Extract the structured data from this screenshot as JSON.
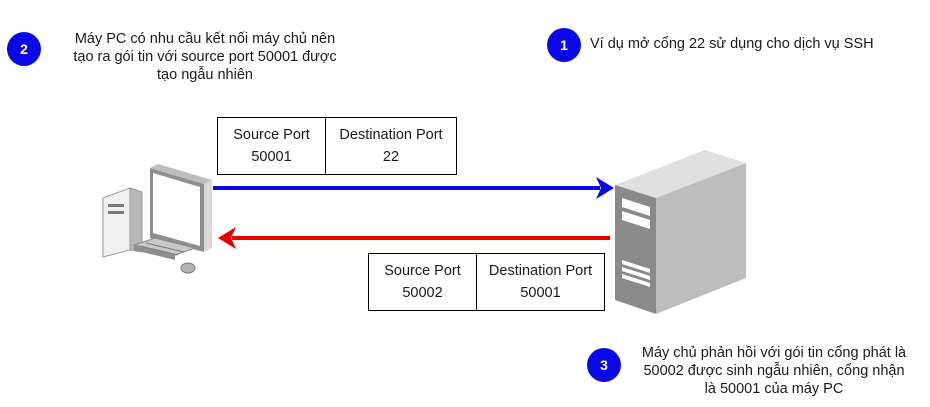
{
  "notes": {
    "note1": {
      "number": "1",
      "text": "Ví dụ mở cổng 22 sử dụng cho dịch vụ SSH"
    },
    "note2": {
      "number": "2",
      "lines": [
        "Máy PC có nhu cầu kết nối máy chủ nên",
        "tạo ra gói tin với source port 50001 được",
        "tạo ngẫu nhiên"
      ]
    },
    "note3": {
      "number": "3",
      "lines": [
        "Máy chủ phản hồi với gói tin cổng phát là",
        "50002 được sinh ngẫu nhiên, cổng nhận",
        "là 50001 của máy PC"
      ]
    }
  },
  "request_packet": {
    "source": {
      "label": "Source Port",
      "value": "50001"
    },
    "destination": {
      "label": "Destination Port",
      "value": "22"
    }
  },
  "response_packet": {
    "source": {
      "label": "Source Port",
      "value": "50002"
    },
    "destination": {
      "label": "Destination Port",
      "value": "50001"
    }
  },
  "icons": {
    "client": "desktop-pc-icon",
    "server": "server-tower-icon"
  },
  "colors": {
    "badge": "#0a07e6",
    "request_arrow": "#0a07e6",
    "response_arrow": "#e60000"
  }
}
